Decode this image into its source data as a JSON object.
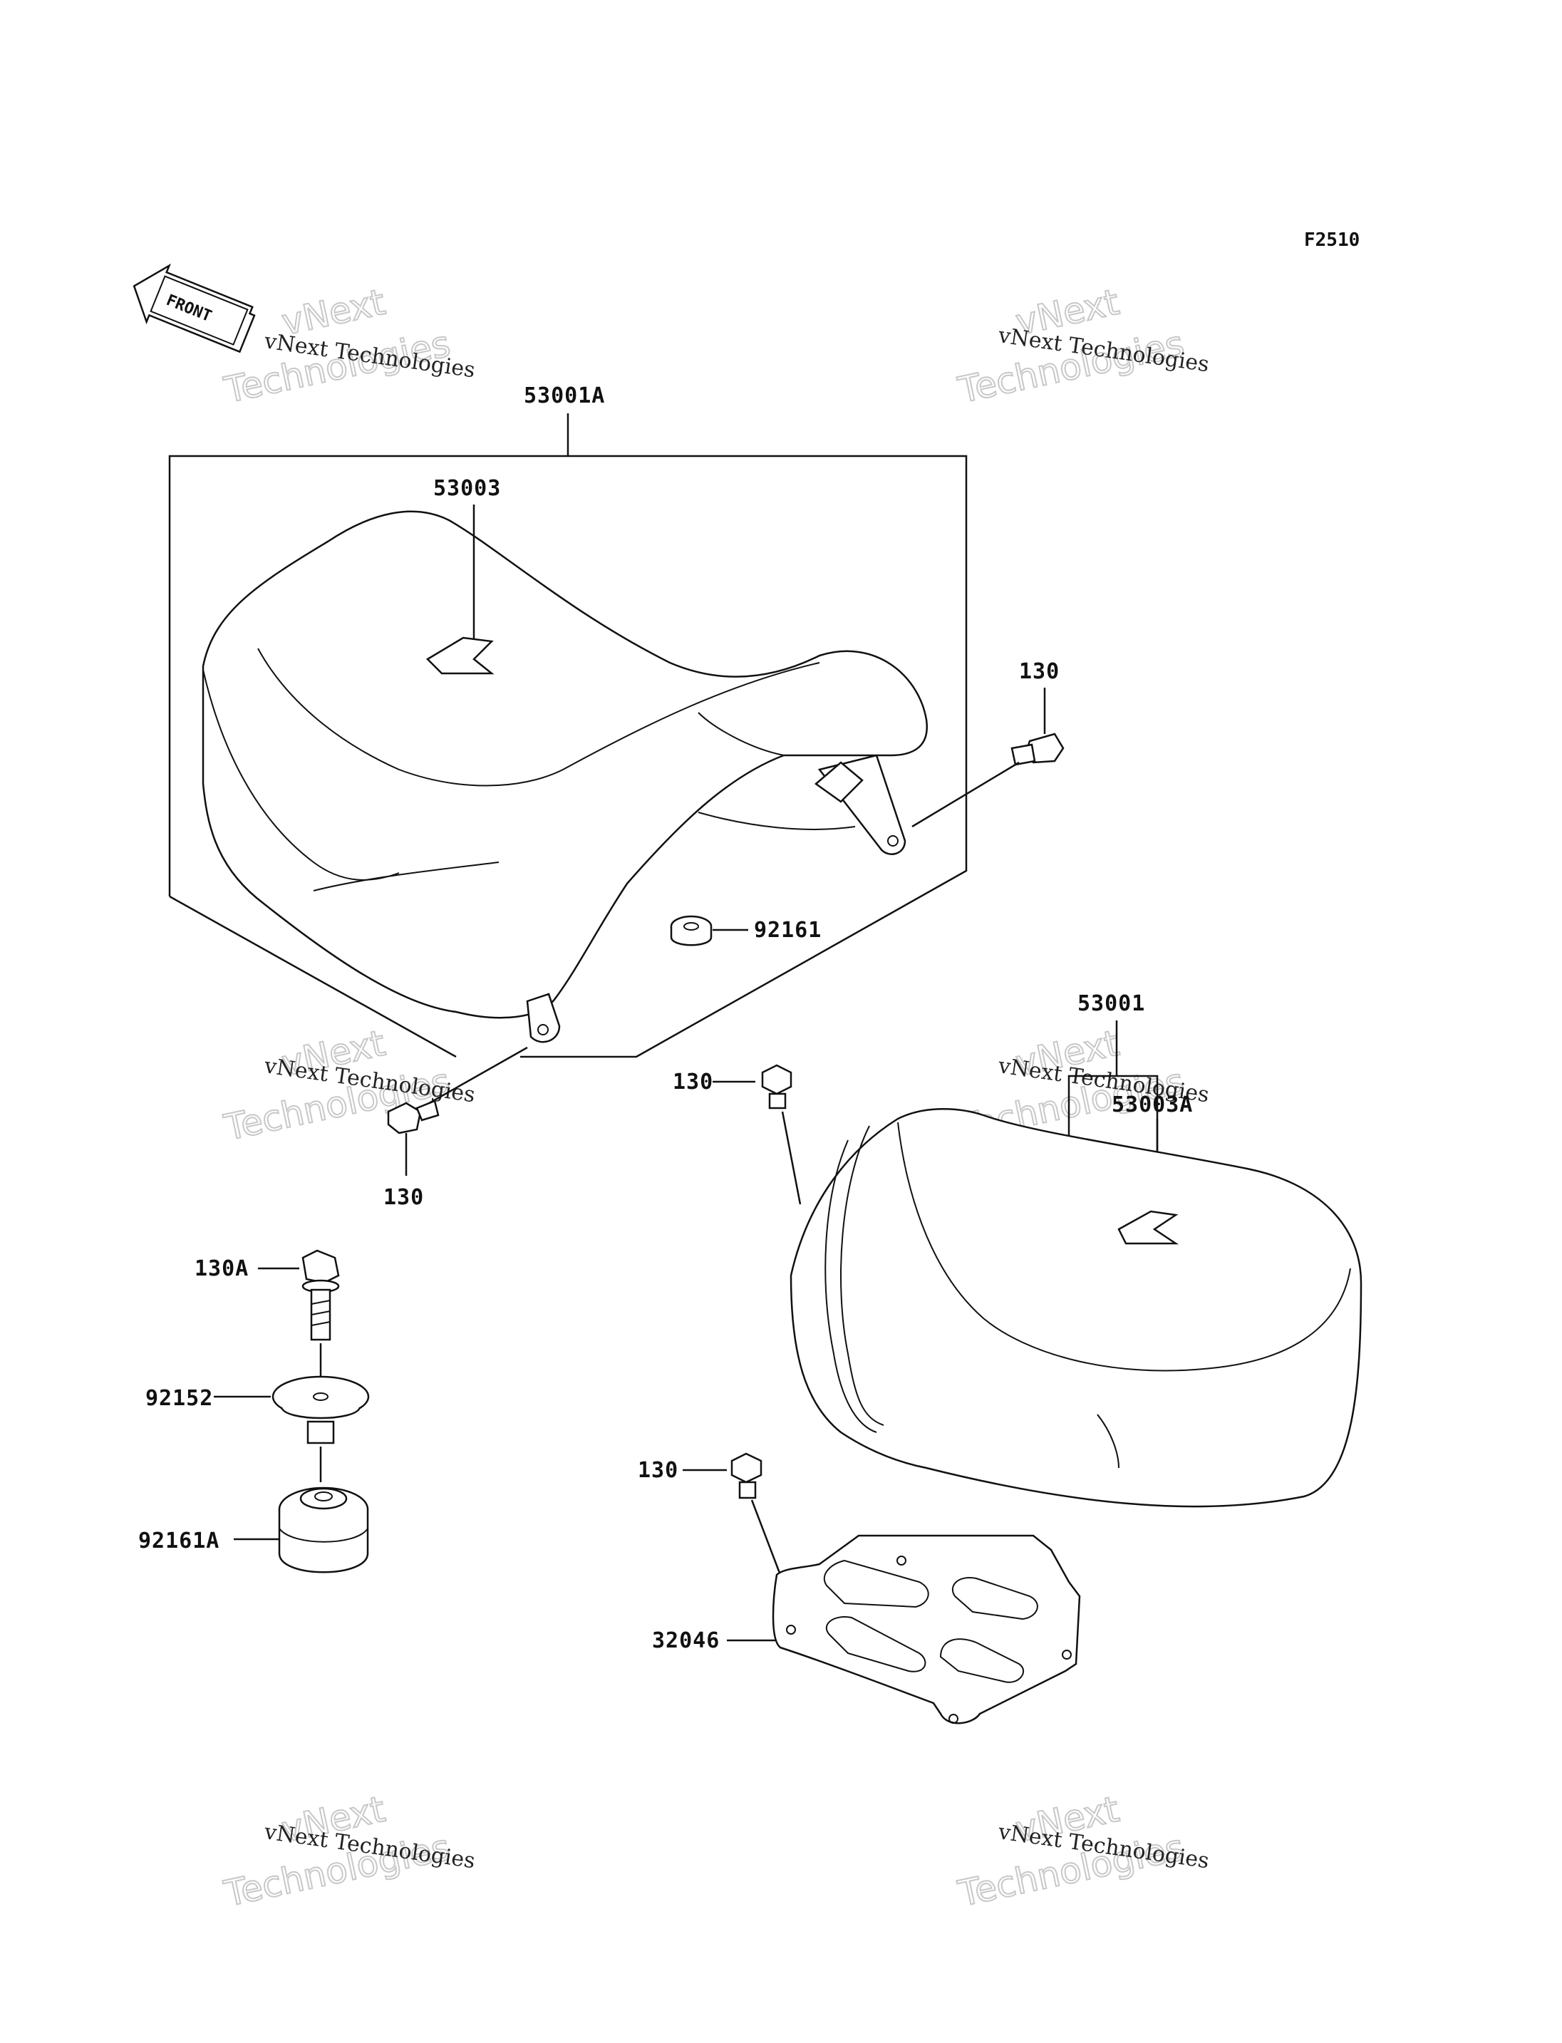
{
  "figure_id": "F2510",
  "front_label": "FRONT",
  "watermark": {
    "small": "vNext Technologies",
    "line1": "vNext",
    "line2": "Technologies"
  },
  "labels": {
    "seat_assy_front": "53001A",
    "seat_front_cover": "53003",
    "bolt_front_right": "130",
    "damper_front": "92161",
    "bolt_front_left": "130",
    "seat_assy_rear": "53001",
    "bolt_rear_upper": "130",
    "seat_rear_cover": "53003A",
    "bolt_130a": "130A",
    "washer_92152": "92152",
    "damper_92161a": "92161A",
    "bolt_rear_lower": "130",
    "plate_32046": "32046"
  }
}
